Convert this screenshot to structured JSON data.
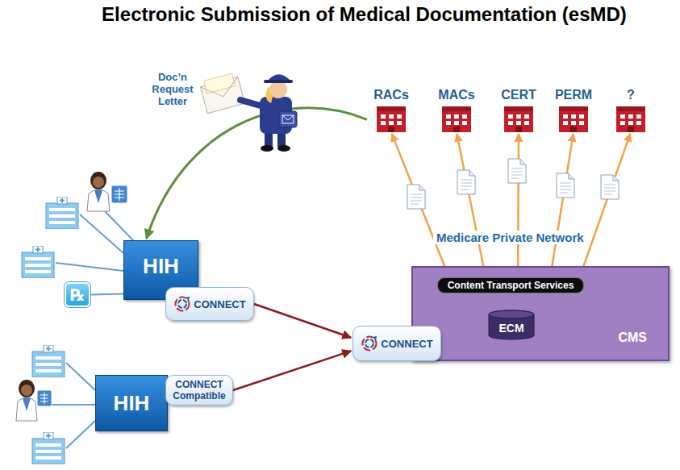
{
  "diagram": {
    "title": "Electronic Submission of Medical Documentation (esMD)",
    "nodes": [
      {
        "text": [
          "RACs"
        ]
      },
      {
        "text": [
          "MACs"
        ]
      },
      {
        "text": [
          "CERT"
        ]
      },
      {
        "text": [
          "PERM"
        ]
      },
      {
        "text": [
          "?"
        ]
      },
      {
        "text": [
          "HIH"
        ]
      },
      {
        "text": [
          "℞"
        ]
      },
      {
        "text": [
          "CONNECT"
        ]
      },
      {
        "text": [
          "CMS"
        ]
      },
      {
        "text": [
          "Content Transport Services"
        ],
        "in": 8
      },
      {
        "text": [
          "ECM"
        ],
        "in": 8
      },
      {
        "text": [
          "CONNECT"
        ]
      },
      {
        "text": [
          "HIH"
        ]
      },
      {
        "text": [
          "CONNECT Compatible"
        ]
      }
    ],
    "edges": [
      {
        "from": 9,
        "to": 0,
        "arrow": "to"
      },
      {
        "from": 9,
        "to": 1,
        "arrow": "to"
      },
      {
        "from": 9,
        "to": 2,
        "arrow": "to"
      },
      {
        "from": 9,
        "to": 3,
        "arrow": "to"
      },
      {
        "from": 9,
        "to": 4,
        "arrow": "to"
      },
      {
        "from": 10,
        "to": 9,
        "arrow": "to"
      },
      {
        "from": 11,
        "to": 10,
        "arrow": "to"
      },
      {
        "from": 7,
        "to": 11,
        "arrow": "to"
      },
      {
        "from": 13,
        "to": 11,
        "arrow": "to"
      },
      {
        "from": 0,
        "to": 5,
        "arrow": "to"
      },
      {
        "from": 6,
        "to": 5,
        "arrow": "none"
      }
    ],
    "labels": [
      "Doc’n Request Letter",
      "Medicare Private Network"
    ]
  }
}
